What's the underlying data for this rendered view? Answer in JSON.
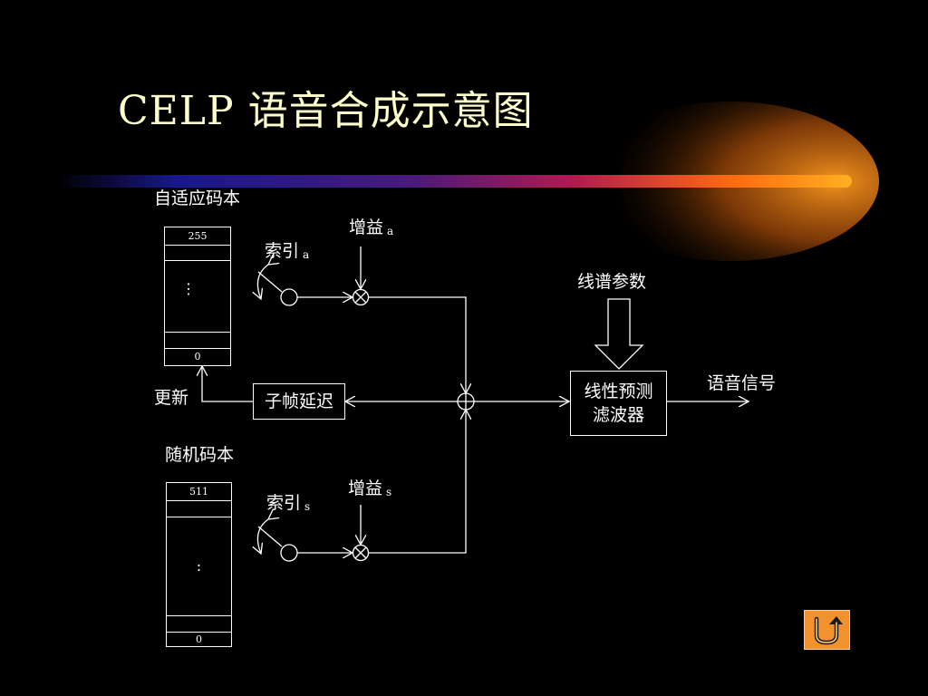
{
  "title": "CELP 语音合成示意图",
  "adaptive_codebook": {
    "label": "自适应码本",
    "top_index": "255",
    "bottom_index": "0",
    "dots": "⋮"
  },
  "random_codebook": {
    "label": "随机码本",
    "top_index": "511",
    "bottom_index": "0",
    "dots": ":"
  },
  "gain_a": {
    "text": "增益",
    "sub": "a"
  },
  "gain_s": {
    "text": "增益",
    "sub": "s"
  },
  "index_a": {
    "text": "索引",
    "sub": "a"
  },
  "index_s": {
    "text": "索引",
    "sub": "s"
  },
  "line_spectrum_params": "线谱参数",
  "lpc_filter": {
    "line1": "线性预测",
    "line2": "滤波器"
  },
  "speech_signal": "语音信号",
  "update": "更新",
  "subframe_delay": "子帧延迟",
  "colors": {
    "title": "#ffffcc",
    "button": "#f2922e",
    "line": "#ffffff"
  },
  "icons": {
    "back_button": "u-turn-arrow-icon"
  }
}
